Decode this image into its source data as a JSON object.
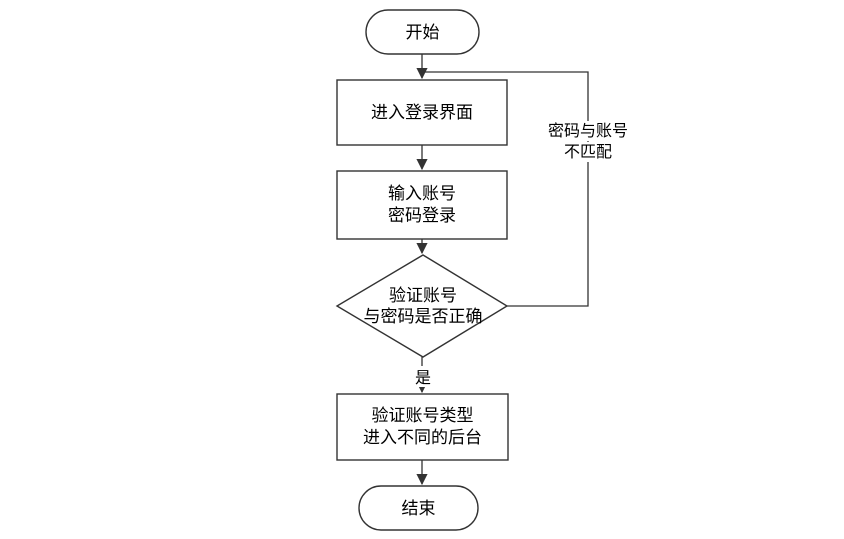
{
  "page": {
    "background": "#ffffff"
  },
  "diagram": {
    "type": "flowchart",
    "stroke_color": "#333333",
    "text_color": "#000000",
    "node_fill": "#ffffff",
    "nodes": {
      "start": {
        "type": "terminator",
        "label": "开始"
      },
      "enter_login": {
        "type": "process",
        "label": "进入登录界面"
      },
      "input_credentials": {
        "type": "process",
        "line1": "输入账号",
        "line2": "密码登录"
      },
      "verify_credentials": {
        "type": "decision",
        "line1": "验证账号",
        "line2": "与密码是否正确"
      },
      "enter_backend": {
        "type": "process",
        "line1": "验证账号类型",
        "line2": "进入不同的后台"
      },
      "end": {
        "type": "terminator",
        "label": "结束"
      }
    },
    "edge_labels": {
      "yes": "是",
      "no_line1": "密码与账号",
      "no_line2": "不匹配"
    }
  }
}
